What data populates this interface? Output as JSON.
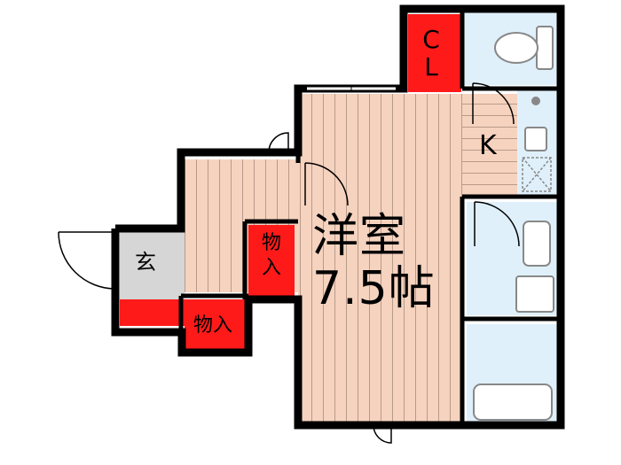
{
  "floor_plan": {
    "main_room": {
      "line1": "洋室",
      "line2": "7.5帖"
    },
    "kitchen": "K",
    "entrance": "玄",
    "storage_1": {
      "line1": "物",
      "line2": "入"
    },
    "storage_2": "物入",
    "closet": {
      "line1": "C",
      "line2": "L"
    }
  },
  "colors": {
    "wall": "#000000",
    "flooring": "#f6d3bf",
    "flooring_lines": "#b89a8a",
    "wet_area": "#dff0fb",
    "storage": "#ff1a1a",
    "entrance_floor": "#d6d6d6",
    "fixture_stroke": "#888888"
  }
}
